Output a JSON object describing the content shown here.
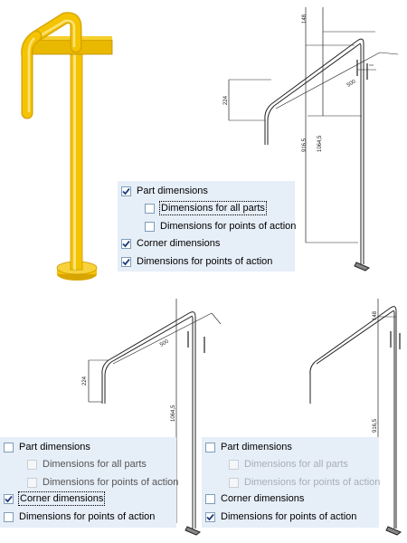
{
  "figure": {
    "pole_right": {
      "dim_top": "148",
      "dim_width": "500",
      "dim_left": "224",
      "dim_mid": "916,5",
      "dim_full": "1064,5"
    },
    "pole_mid": {
      "dim_width": "500",
      "dim_left": "224",
      "dim_full": "1064,5"
    },
    "pole_rightbottom": {
      "dim_top": "148",
      "dim_mid": "916,5"
    },
    "colors": {
      "part_yellow": "#f5c400",
      "part_yellow_dark": "#d9a600",
      "line": "#222222"
    }
  },
  "panels": {
    "top": {
      "part_dimensions": {
        "label": "Part dimensions",
        "checked": true
      },
      "all_parts": {
        "label": "Dimensions for all parts",
        "checked": false
      },
      "points_of_action_sub": {
        "label": "Dimensions for points of action",
        "checked": false
      },
      "corner_dimensions": {
        "label": "Corner dimensions",
        "checked": true
      },
      "points_of_action": {
        "label": "Dimensions for points of action",
        "checked": true
      }
    },
    "left": {
      "part_dimensions": {
        "label": "Part dimensions",
        "checked": false
      },
      "all_parts": {
        "label": "Dimensions for all parts",
        "checked": false
      },
      "points_of_action_sub": {
        "label": "Dimensions for points of action",
        "checked": false
      },
      "corner_dimensions": {
        "label": "Corner dimensions",
        "checked": true
      },
      "points_of_action": {
        "label": "Dimensions for points of action",
        "checked": false
      }
    },
    "right": {
      "part_dimensions": {
        "label": "Part dimensions",
        "checked": false
      },
      "all_parts": {
        "label": "Dimensions for all parts",
        "checked": false
      },
      "points_of_action_sub": {
        "label": "Dimensions for points of action",
        "checked": false
      },
      "corner_dimensions": {
        "label": "Corner dimensions",
        "checked": false
      },
      "points_of_action": {
        "label": "Dimensions for points of action",
        "checked": true
      }
    }
  }
}
